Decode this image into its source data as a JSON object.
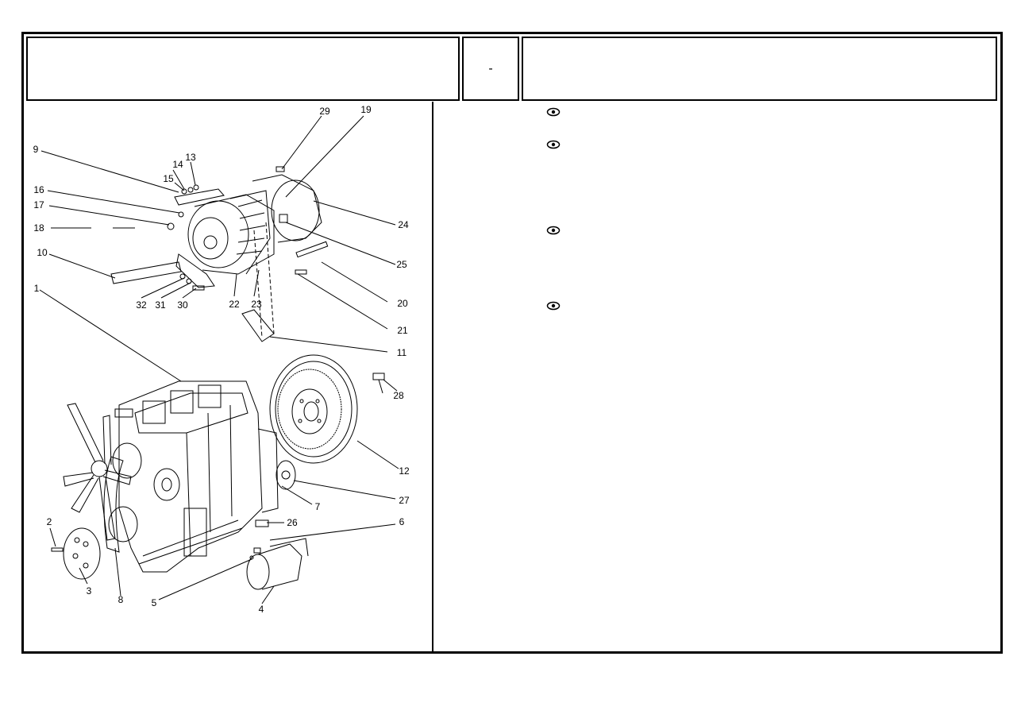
{
  "header": {
    "left": "",
    "middle": "-",
    "right": ""
  },
  "callouts": [
    "1",
    "2",
    "3",
    "4",
    "5",
    "6",
    "7",
    "8",
    "9",
    "10",
    "11",
    "12",
    "13",
    "14",
    "15",
    "16",
    "17",
    "18",
    "19",
    "20",
    "21",
    "22",
    "23",
    "24",
    "25",
    "26",
    "27",
    "28",
    "29",
    "30",
    "31",
    "32"
  ],
  "legend_icons": [
    "eye-icon",
    "eye-icon",
    "eye-icon",
    "eye-icon"
  ]
}
